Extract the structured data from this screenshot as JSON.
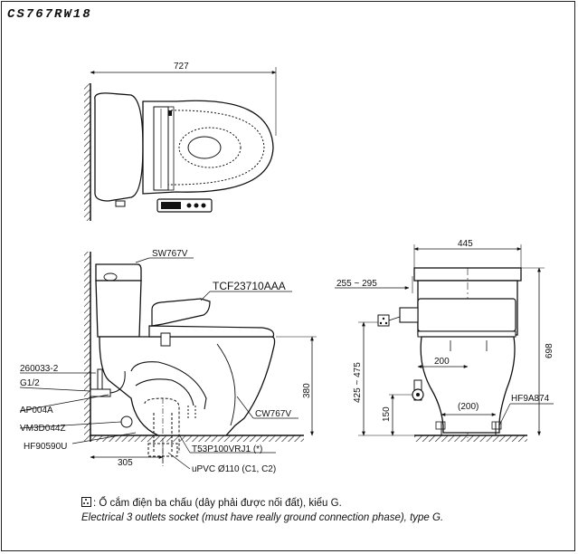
{
  "title": "CS767RW18",
  "top_view": {
    "width_dim": "727"
  },
  "side_view": {
    "labels": {
      "tank": "SW767V",
      "seat": "TCF23710AAA",
      "valve": "260033-2",
      "thread": "G1/2",
      "hose": "AP004A",
      "flange": "VM3D044Z",
      "kit": "HF90590U",
      "bowl": "CW767V",
      "adapter": "T53P100VRJ1 (*)",
      "pipe": "uPVC Ø110 (C1, C2)"
    },
    "dims": {
      "rough_in": "305",
      "height": "380"
    }
  },
  "front_view": {
    "labels": {
      "bolt": "HF9A874"
    },
    "dims": {
      "width": "445",
      "offset": "255 ~ 295",
      "total_height": "698",
      "socket_height": "425 ~ 475",
      "valve_offset": "200",
      "bolt_spacing": "(200)",
      "valve_height": "150"
    }
  },
  "note": {
    "vi": ": Ổ cắm điện ba chấu (dây phải được nối đất), kiểu G.",
    "en": "Electrical 3 outlets socket (must have really ground connection phase), type G."
  }
}
